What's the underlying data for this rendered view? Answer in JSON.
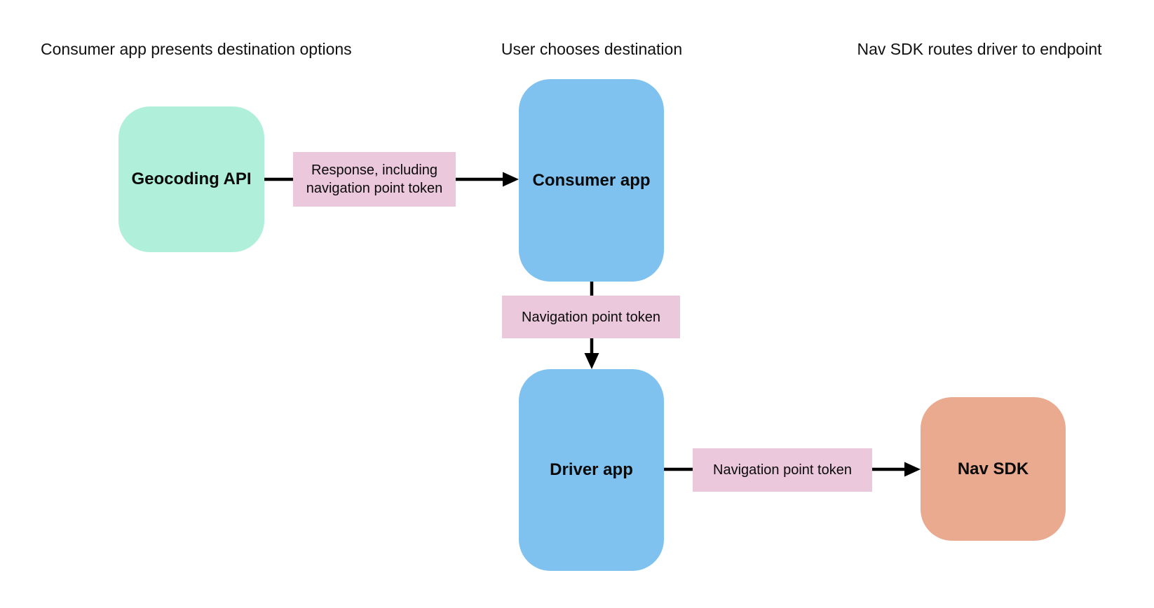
{
  "diagram": {
    "stage_headers": [
      {
        "label": "Consumer app presents destination options"
      },
      {
        "label": "User chooses destination"
      },
      {
        "label": "Nav SDK routes driver to endpoint"
      }
    ],
    "nodes": [
      {
        "id": "geocoding-api",
        "label": "Geocoding API",
        "color": "#B0F0DA"
      },
      {
        "id": "consumer-app",
        "label": "Consumer app",
        "color": "#7FC2F0"
      },
      {
        "id": "driver-app",
        "label": "Driver app",
        "color": "#7FC2F0"
      },
      {
        "id": "nav-sdk",
        "label": "Nav SDK",
        "color": "#E9AA90"
      }
    ],
    "edges": [
      {
        "from": "geocoding-api",
        "to": "consumer-app",
        "label": "Response, including navigation point token",
        "label_color": "#ECC8DD"
      },
      {
        "from": "consumer-app",
        "to": "driver-app",
        "label": "Navigation point token",
        "label_color": "#ECC8DD"
      },
      {
        "from": "driver-app",
        "to": "nav-sdk",
        "label": "Navigation point token",
        "label_color": "#ECC8DD"
      }
    ],
    "colors": {
      "background": "#FFFFFF",
      "arrow": "#000000",
      "header_text": "#111111",
      "node_text": "#0A0A0A",
      "node_green": "#B0F0DA",
      "node_blue": "#7FC2F0",
      "node_orange": "#E9AA90",
      "edge_label_pink": "#ECC8DD"
    }
  }
}
